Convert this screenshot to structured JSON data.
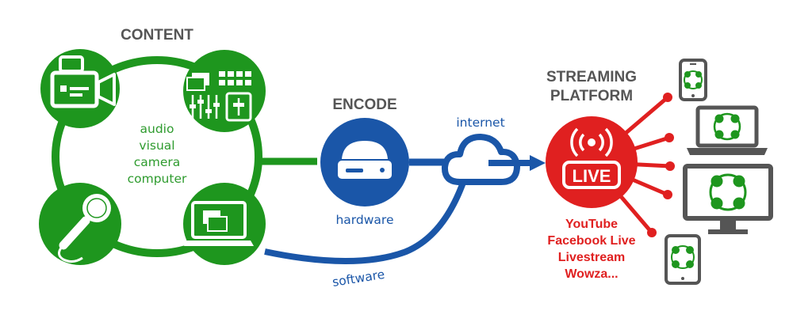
{
  "colors": {
    "content": "#1e961e",
    "encode": "#1a56a8",
    "streaming": "#e02020",
    "device": "#555555",
    "heading": "#555555"
  },
  "content": {
    "heading": "CONTENT",
    "sources": [
      "audio",
      "visual",
      "camera",
      "computer"
    ],
    "icons": [
      "video-camera-icon",
      "mixer-icon",
      "microphone-icon",
      "laptop-icon"
    ]
  },
  "encode": {
    "heading": "ENCODE",
    "hardware_label": "hardware",
    "software_label": "software",
    "internet_label": "internet"
  },
  "streaming": {
    "heading_line1": "STREAMING",
    "heading_line2": "PLATFORM",
    "live_label": "LIVE",
    "platforms": [
      "YouTube",
      "Facebook Live",
      "Livestream",
      "Wowza..."
    ]
  },
  "devices": [
    "smartphone-icon",
    "laptop-icon",
    "monitor-icon",
    "tablet-icon"
  ]
}
